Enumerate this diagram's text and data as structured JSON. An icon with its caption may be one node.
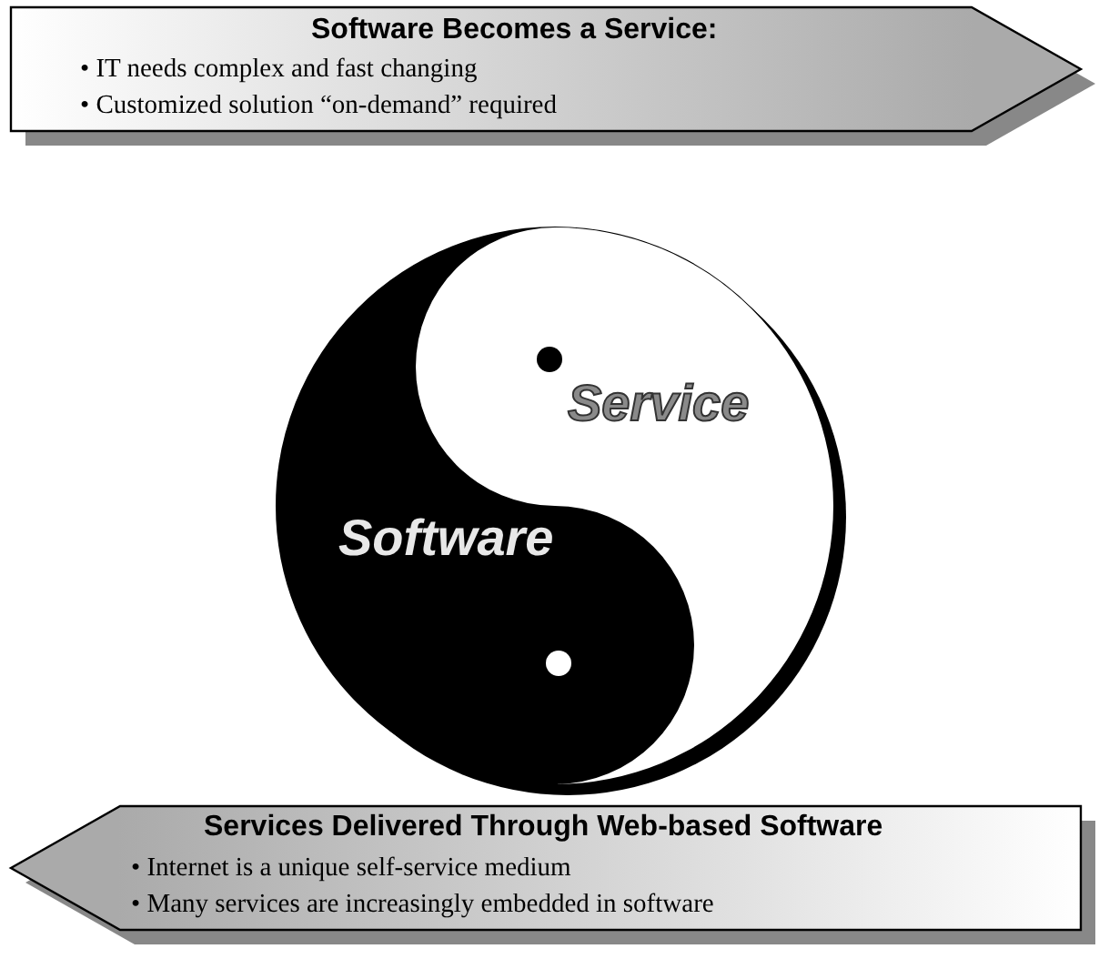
{
  "diagram": {
    "nodes": [
      {
        "text": [
          "Software Becomes a Service:",
          "• IT needs complex and fast changing",
          "• Customized solution “on-demand” required"
        ]
      },
      {
        "text": [
          "Service",
          "Software"
        ]
      },
      {
        "text": [
          "Services Delivered Through Web-based Software",
          "• Internet is a unique self-service medium",
          "• Many services are increasingly embedded in software"
        ]
      }
    ]
  }
}
